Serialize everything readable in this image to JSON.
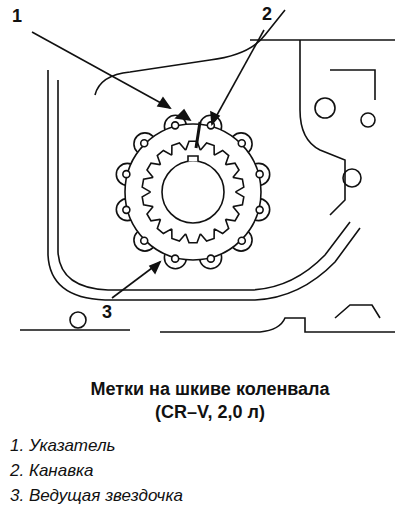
{
  "diagram": {
    "caption": "Метки на шкиве коленвала (CR–V, 2,0 л)",
    "labels": [
      "1",
      "2",
      "3",
      "1. Указатель",
      "2. Канавка",
      "3. Ведущая звездочка"
    ]
  }
}
